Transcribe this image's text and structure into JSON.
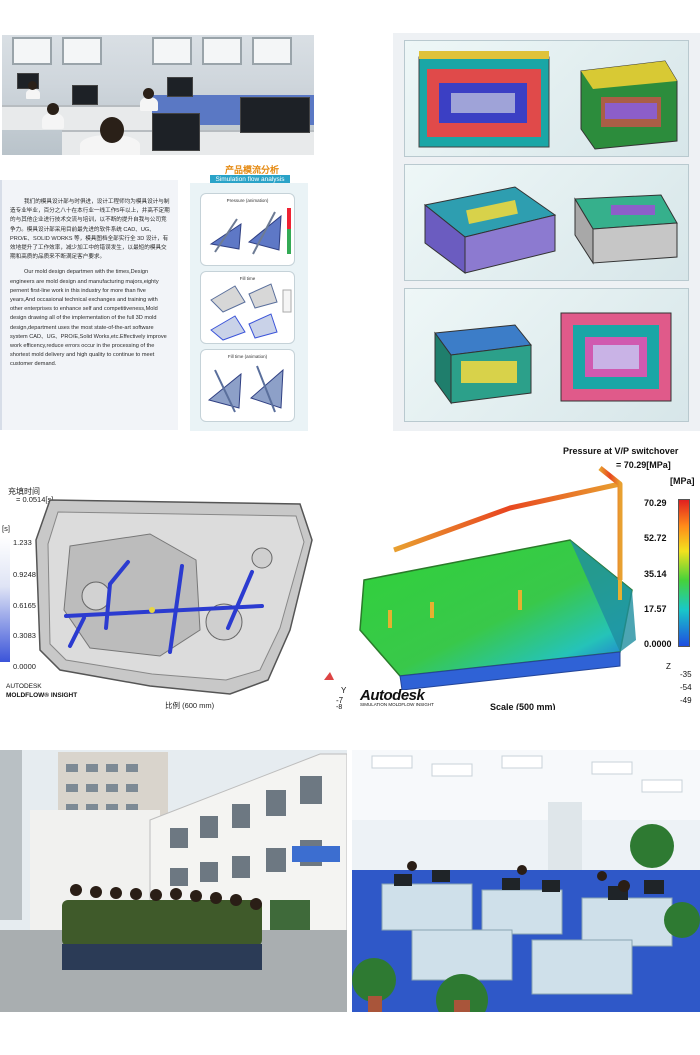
{
  "intro": {
    "zh": "我们的模具设计部与时俱进，设计工程师均为模具设计与制造专业毕业，百分之八十在本行业一线工作5年以上，并高不定期的与其他企业进行技术交流与培训，以不断的提升自我与公司竞争力。模具设计部采用目前最先进的软件系统 CAD、UG、PRO/E、SOLID WORKS 等，模具图档全部实行全 3D 设计，有效地提升了工作效率，减少加工中的错误发生，以最短的模具交期和高质的品质来不断满足客户要求。",
    "en": "Our mold design departmen with the times,Design engineers are mold design and manufacturing majors,eighty pernent first-line work in this industry for more than five years,And occasional technical exchanges and training with other enterprises to enhance self and competitiveness,Mold design drawing all of the implementation of the full 3D mold design,department uses the most state-of-the-art software system CAD、UG、PRO/E,Solid Works,etc.Effectively improve work efficency,reduce errors occur in the processing of the shortest mold delivery and high quality to continue to meet customer demand."
  },
  "simulation": {
    "title_zh": "产品模流分析",
    "title_en": "Simulation flow analysis",
    "cards": [
      "Pressure (animation)",
      "Fill time",
      "Fill time (animation)"
    ]
  },
  "door_plot": {
    "title": "充填时间",
    "value": "= 0.0514[s]",
    "unit": "[s]",
    "ticks": [
      "1.233",
      "0.9248",
      "0.6165",
      "0.3083",
      "0.0000"
    ],
    "brand": "AUTODESK",
    "product": "MOLDFLOW® INSIGHT",
    "scale": "比例 (600 mm)"
  },
  "pressure_plot": {
    "title": "Pressure at V/P switchover",
    "value": "= 70.29[MPa]",
    "unit": "[MPa]",
    "ticks": [
      "70.29",
      "52.72",
      "35.14",
      "17.57",
      "0.0000"
    ],
    "brand": "Autodesk",
    "product": "SIMULATION MOLDFLOW INSIGHT",
    "scale": "Scale (500 mm)",
    "axis_left": [
      "Y",
      "-7",
      "-8"
    ],
    "axis_right": [
      "Z",
      "-35",
      "-54",
      "-49"
    ]
  },
  "colors": {
    "accent_orange": "#e58a12",
    "accent_teal": "#2aa3c8",
    "fill_blue": "#3b54d9"
  }
}
